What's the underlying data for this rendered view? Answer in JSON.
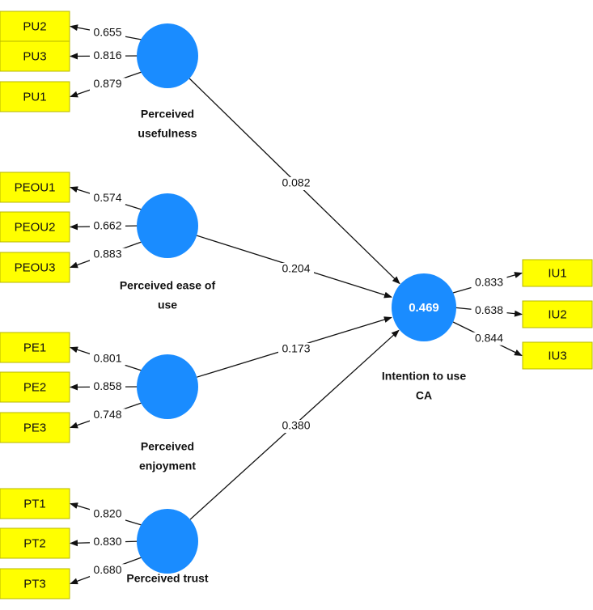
{
  "colors": {
    "construct_fill": "#1a8cff",
    "indicator_fill": "#ffff00",
    "indicator_stroke": "#b7b700",
    "line": "#111111"
  },
  "constructs": [
    {
      "id": "pu",
      "label_lines": [
        "Perceived",
        "usefulness"
      ],
      "indicators": [
        {
          "name": "PU2",
          "loading": "0.655"
        },
        {
          "name": "PU3",
          "loading": "0.816"
        },
        {
          "name": "PU1",
          "loading": "0.879"
        }
      ],
      "path_coefficient": "0.082"
    },
    {
      "id": "peou",
      "label_lines": [
        "Perceived ease of",
        "use"
      ],
      "indicators": [
        {
          "name": "PEOU1",
          "loading": "0.574"
        },
        {
          "name": "PEOU2",
          "loading": "0.662"
        },
        {
          "name": "PEOU3",
          "loading": "0.883"
        }
      ],
      "path_coefficient": "0.204"
    },
    {
      "id": "pe",
      "label_lines": [
        "Perceived",
        "enjoyment"
      ],
      "indicators": [
        {
          "name": "PE1",
          "loading": "0.801"
        },
        {
          "name": "PE2",
          "loading": "0.858"
        },
        {
          "name": "PE3",
          "loading": "0.748"
        }
      ],
      "path_coefficient": "0.173"
    },
    {
      "id": "pt",
      "label_lines": [
        "Perceived trust"
      ],
      "indicators": [
        {
          "name": "PT1",
          "loading": "0.820"
        },
        {
          "name": "PT2",
          "loading": "0.830"
        },
        {
          "name": "PT3",
          "loading": "0.680"
        }
      ],
      "path_coefficient": "0.380"
    }
  ],
  "outcome": {
    "id": "iu",
    "label_lines": [
      "Intention to use",
      "CA"
    ],
    "r_squared": "0.469",
    "indicators": [
      {
        "name": "IU1",
        "loading": "0.833"
      },
      {
        "name": "IU2",
        "loading": "0.638"
      },
      {
        "name": "IU3",
        "loading": "0.844"
      }
    ]
  }
}
